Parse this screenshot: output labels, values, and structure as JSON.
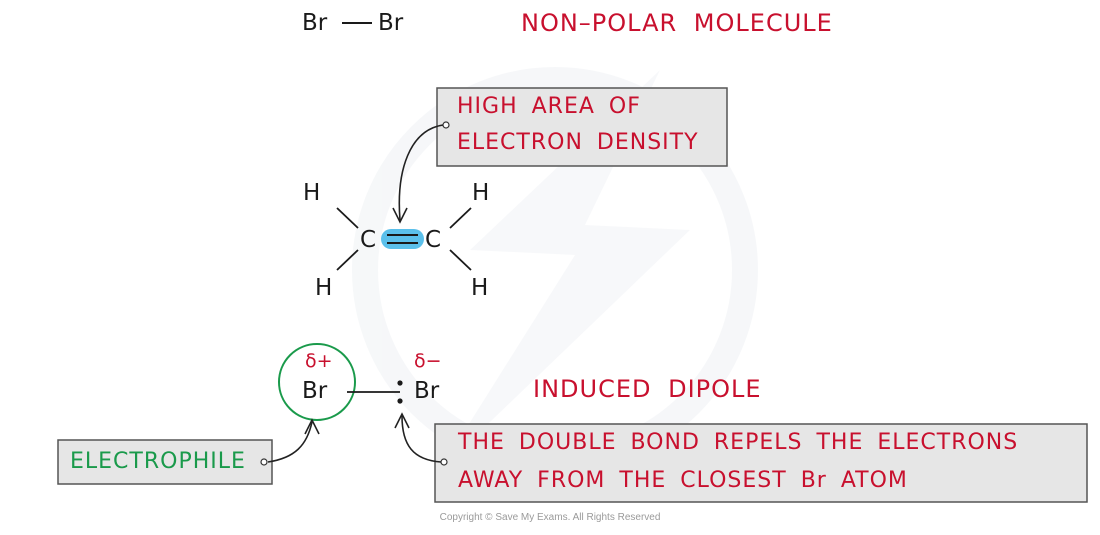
{
  "top": {
    "br_left": "Br",
    "br_right": "Br",
    "label": "NON–POLAR  MOLECULE"
  },
  "density_callout": {
    "line1": "HIGH  AREA  OF",
    "line2": "ELECTRON  DENSITY"
  },
  "ethene": {
    "h_top_left": "H",
    "h_top_right": "H",
    "h_bottom_left": "H",
    "h_bottom_right": "H",
    "c_left": "C",
    "c_right": "C"
  },
  "bromine": {
    "delta_plus": "δ+",
    "delta_minus": "δ−",
    "br_left": "Br",
    "br_right": "Br"
  },
  "induced_label": "INDUCED  DIPOLE",
  "electrophile_label": "ELECTROPHILE",
  "repel_callout": {
    "line1": "THE  DOUBLE  BOND  REPELS THE  ELECTRONS",
    "line2": "AWAY  FROM  THE  CLOSEST  Br ATOM"
  },
  "footer": "Copyright © Save My Exams. All Rights Reserved",
  "colors": {
    "red": "#c8102e",
    "green": "#1a9a4b",
    "highlight": "#5bc0eb",
    "box_fill": "#e6e6e6"
  }
}
